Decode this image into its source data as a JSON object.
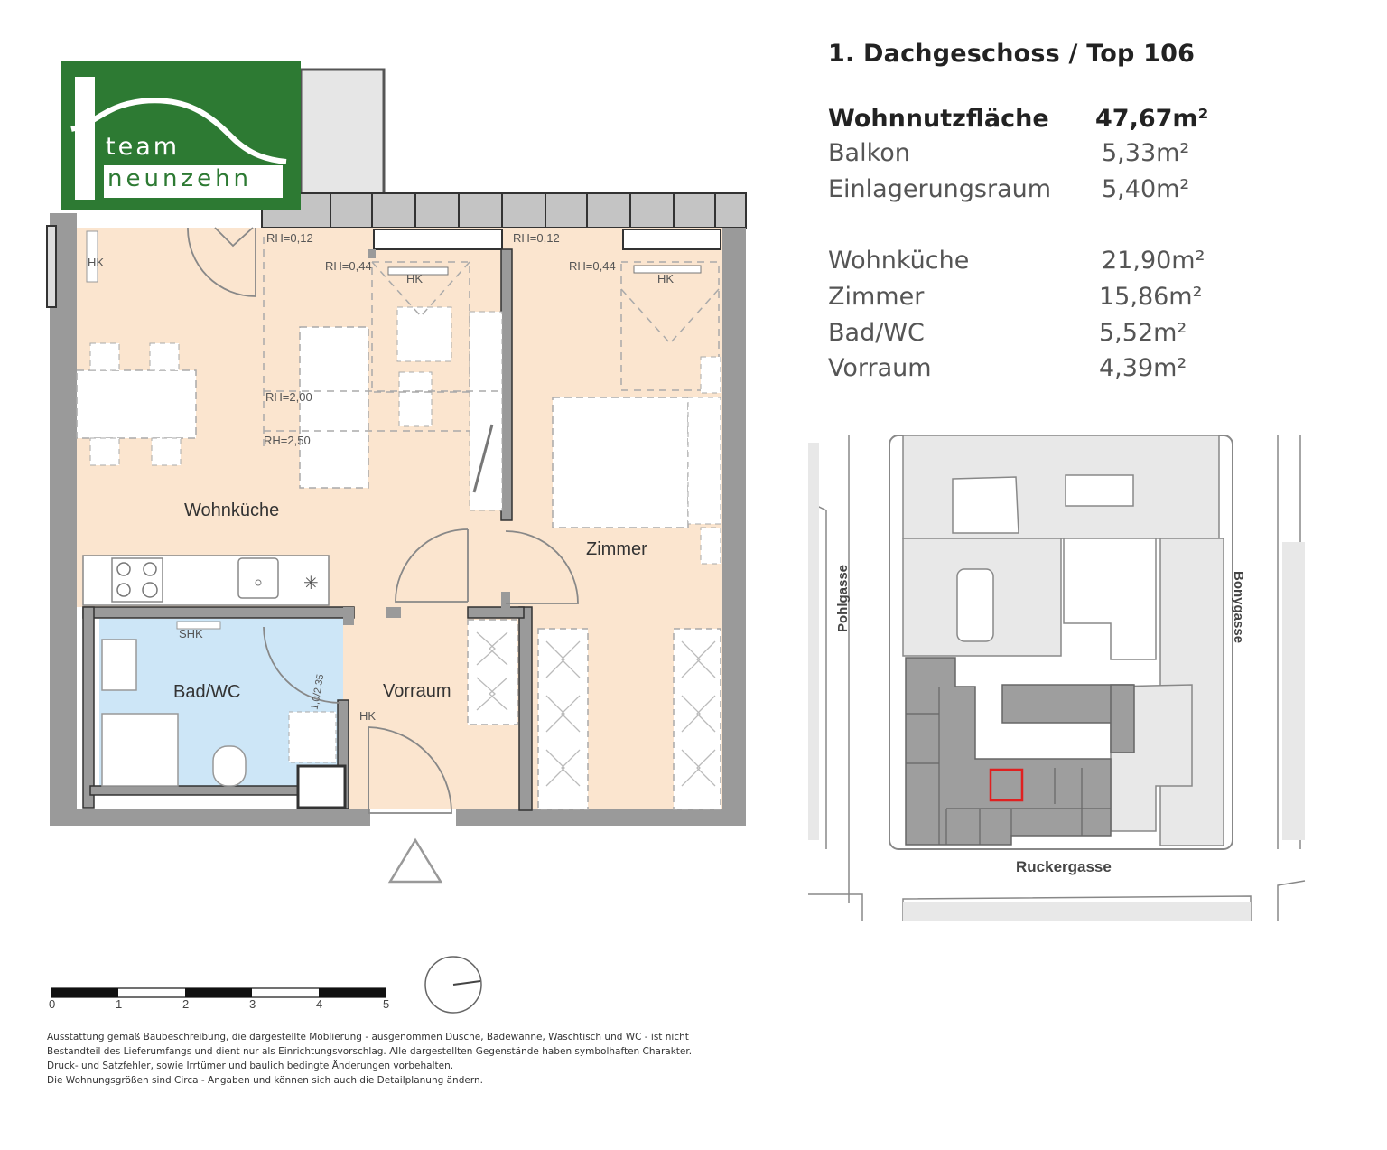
{
  "logo": {
    "line1": "team",
    "line2": "neunzehn",
    "color": "#2d7a33"
  },
  "header": {
    "title": "1. Dachgeschoss / Top 106"
  },
  "areas_summary": [
    {
      "label": "Wohnnutzfläche",
      "value": "47,67m²",
      "bold": true
    },
    {
      "label": "Balkon",
      "value": "5,33m²"
    },
    {
      "label": "Einlagerungsraum",
      "value": "5,40m²"
    }
  ],
  "rooms_list": [
    {
      "label": "Wohnküche",
      "value": "21,90m²"
    },
    {
      "label": "Zimmer",
      "value": "15,86m²"
    },
    {
      "label": "Bad/WC",
      "value": "5,52m²"
    },
    {
      "label": "Vorraum",
      "value": "4,39m²"
    }
  ],
  "floorplan": {
    "rooms": {
      "wohnkueche": "Wohnküche",
      "zimmer": "Zimmer",
      "bad": "Bad/WC",
      "vorraum": "Vorraum"
    },
    "annotations": {
      "hk_1": "HK",
      "hk_2": "HK",
      "hk_3": "HK",
      "hk_4": "HK",
      "shk": "SHK",
      "rh_012_a": "RH=0,12",
      "rh_012_b": "RH=0,12",
      "rh_044_a": "RH=0,44",
      "rh_044_b": "RH=0,44",
      "rh_200": "RH=2,00",
      "rh_250": "RH=2,50",
      "door_dim": "1,0/2,35"
    },
    "colors": {
      "living_fill": "#fbe5cf",
      "bath_fill": "#cde6f7",
      "wall": "#9a9a9a",
      "balcony": "#c4c4c4"
    }
  },
  "site_map": {
    "streets": {
      "left": "Pohlgasse",
      "right": "Bonygasse",
      "bottom": "Ruckergasse"
    },
    "highlight_color": "#e02020"
  },
  "scale_bar": {
    "ticks": [
      "0",
      "1",
      "2",
      "3",
      "4",
      "5"
    ]
  },
  "disclaimer": [
    "Ausstattung gemäß Baubeschreibung, die dargestellte Möblierung - ausgenommen Dusche, Badewanne, Waschtisch und WC - ist nicht",
    "Bestandteil des Lieferumfangs und dient nur als Einrichtungsvorschlag. Alle dargestellten Gegenstände haben symbolhaften Charakter.",
    "Druck- und Satzfehler, sowie Irrtümer und baulich bedingte Änderungen vorbehalten.",
    "Die Wohnungsgrößen sind Circa - Angaben und können sich auch die Detailplanung ändern."
  ]
}
